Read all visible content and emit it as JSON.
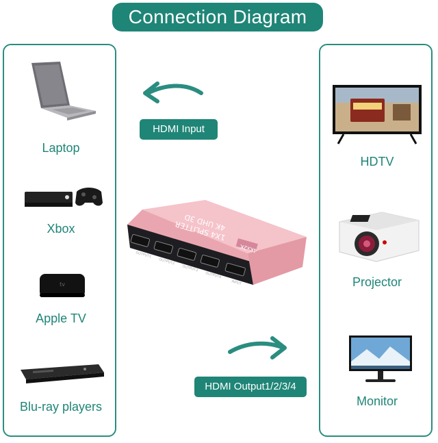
{
  "title": "Connection Diagram",
  "sources": [
    {
      "label": "Laptop",
      "icon": "laptop-icon"
    },
    {
      "label": "Xbox",
      "icon": "xbox-icon"
    },
    {
      "label": "Apple TV",
      "icon": "apple-tv-icon"
    },
    {
      "label": "Blu-ray players",
      "icon": "bluray-player-icon"
    }
  ],
  "displays": [
    {
      "label": "HDTV",
      "icon": "hdtv-icon"
    },
    {
      "label": "Projector",
      "icon": "projector-icon"
    },
    {
      "label": "Monitor",
      "icon": "monitor-icon"
    }
  ],
  "input_tag": "HDMI Input",
  "output_tag": "HDMI Output1/2/3/4",
  "device": {
    "name_line1": "4K UHD 3D",
    "name_line2": "1X4 SPLITTER",
    "badge": "4Kx2K",
    "ports": [
      "OUTPUT1",
      "OUTPUT2",
      "OUTPUT3",
      "OUTPUT4",
      "INPUT"
    ]
  },
  "colors": {
    "accent": "#1f8577",
    "device_body": "#f2b3bb",
    "arrow": "#2a8d80"
  }
}
